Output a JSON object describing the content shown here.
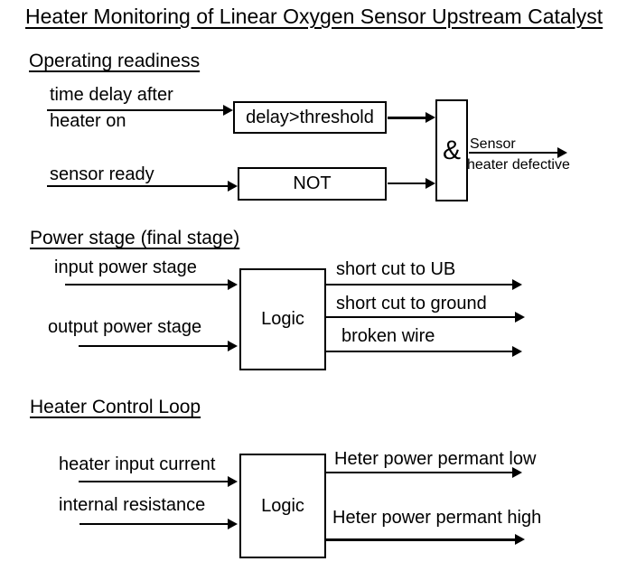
{
  "page": {
    "title": "Heater Monitoring of Linear Oxygen Sensor Upstream Catalyst"
  },
  "colors": {
    "ink": "#000000",
    "background": "#ffffff"
  },
  "operating_readiness": {
    "heading": "Operating readiness",
    "inputs": {
      "time_delay_line1": "time delay after",
      "time_delay_line2": "heater on",
      "sensor_ready": "sensor ready"
    },
    "blocks": {
      "delay_threshold": "delay>threshold",
      "not_gate": "NOT",
      "and_gate": "&"
    },
    "outputs": {
      "defective_line1": "Sensor",
      "defective_line2": "heater defective"
    }
  },
  "power_stage": {
    "heading": "Power stage (final stage)",
    "inputs": {
      "input_power_stage": "input power stage",
      "output_power_stage": "output power stage"
    },
    "blocks": {
      "logic": "Logic"
    },
    "outputs": {
      "short_cut_ub": "short cut to UB",
      "short_cut_ground": "short cut to ground",
      "broken_wire": "broken wire"
    }
  },
  "heater_control_loop": {
    "heading": "Heater Control Loop",
    "inputs": {
      "heater_input_current": "heater input current",
      "internal_resistance": "internal resistance"
    },
    "blocks": {
      "logic": "Logic"
    },
    "outputs": {
      "power_permanent_low": "Heter power permant low",
      "power_permanent_high": "Heter power permant high"
    }
  }
}
